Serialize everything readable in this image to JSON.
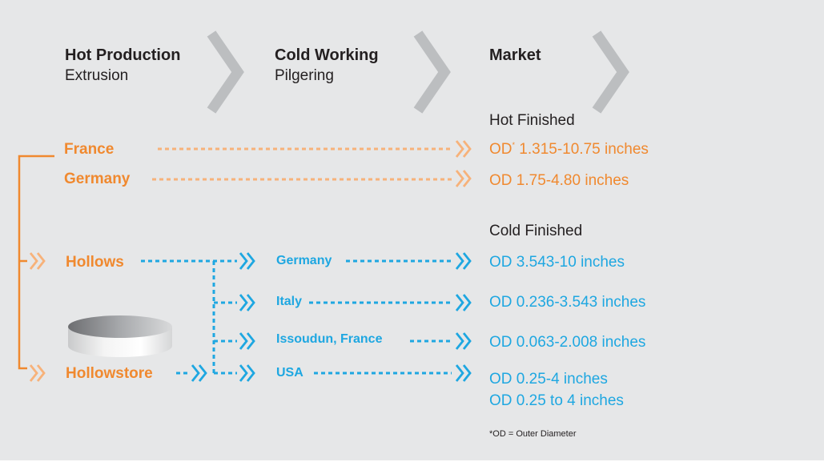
{
  "colors": {
    "orange": "#f0892f",
    "blue": "#1ea7e1",
    "background": "#e6e7e8",
    "chevron": "#bcbec0",
    "text": "#231f20"
  },
  "stages": [
    {
      "title": "Hot Production",
      "subtitle": "Extrusion"
    },
    {
      "title": "Cold Working",
      "subtitle": "Pilgering"
    },
    {
      "title": "Market",
      "subtitle": ""
    }
  ],
  "hot_finished": {
    "heading": "Hot Finished",
    "rows": [
      {
        "source": "France",
        "od_prefix": "OD",
        "od_mark": "*",
        "od_value": " 1.315-10.75 inches"
      },
      {
        "source": "Germany",
        "od": "OD 1.75-4.80 inches"
      }
    ]
  },
  "cold_finished": {
    "heading": "Cold Finished",
    "sources": [
      "Hollows",
      "Hollowstore"
    ],
    "rows": [
      {
        "mill": "Germany",
        "od": "OD 3.543-10 inches"
      },
      {
        "mill": "Italy",
        "od": "OD 0.236-3.543 inches"
      },
      {
        "mill": "Issoudun, France",
        "od": "OD 0.063-2.008 inches"
      },
      {
        "mill": "USA",
        "od": "OD 0.25-4 inches",
        "od2": "OD 0.25 to 4 inches"
      }
    ]
  },
  "footnote": "*OD = Outer Diameter",
  "icons": {
    "chevron": "double-chevron-icon",
    "stage_arrow": "stage-chevron-icon",
    "store": "hollowstore-disc-icon"
  }
}
